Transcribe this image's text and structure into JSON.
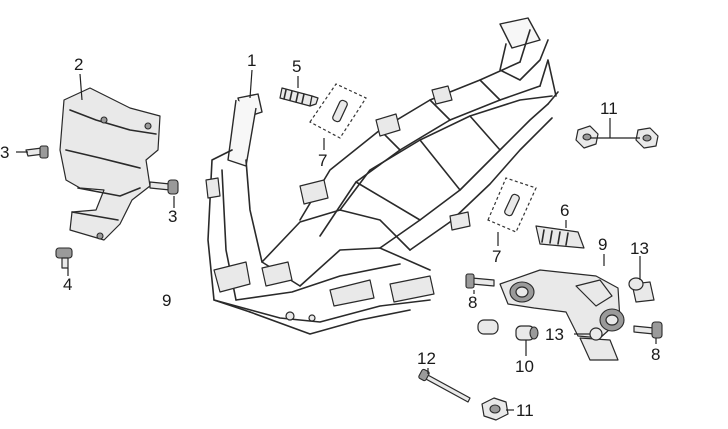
{
  "callouts": {
    "c1": "1",
    "c2": "2",
    "c3a": "3",
    "c3b": "3",
    "c4": "4",
    "c5": "5",
    "c6": "6",
    "c7a": "7",
    "c7b": "7",
    "c8a": "8",
    "c8b": "8",
    "c9a": "9",
    "c9b": "9",
    "c10": "10",
    "c11a": "11",
    "c11b": "11",
    "c12": "12",
    "c13a": "13",
    "c13b": "13"
  },
  "icons": {
    "frame": "scooter-frame-icon",
    "bracket": "front-bracket-icon",
    "engine_hanger": "engine-hanger-icon"
  }
}
